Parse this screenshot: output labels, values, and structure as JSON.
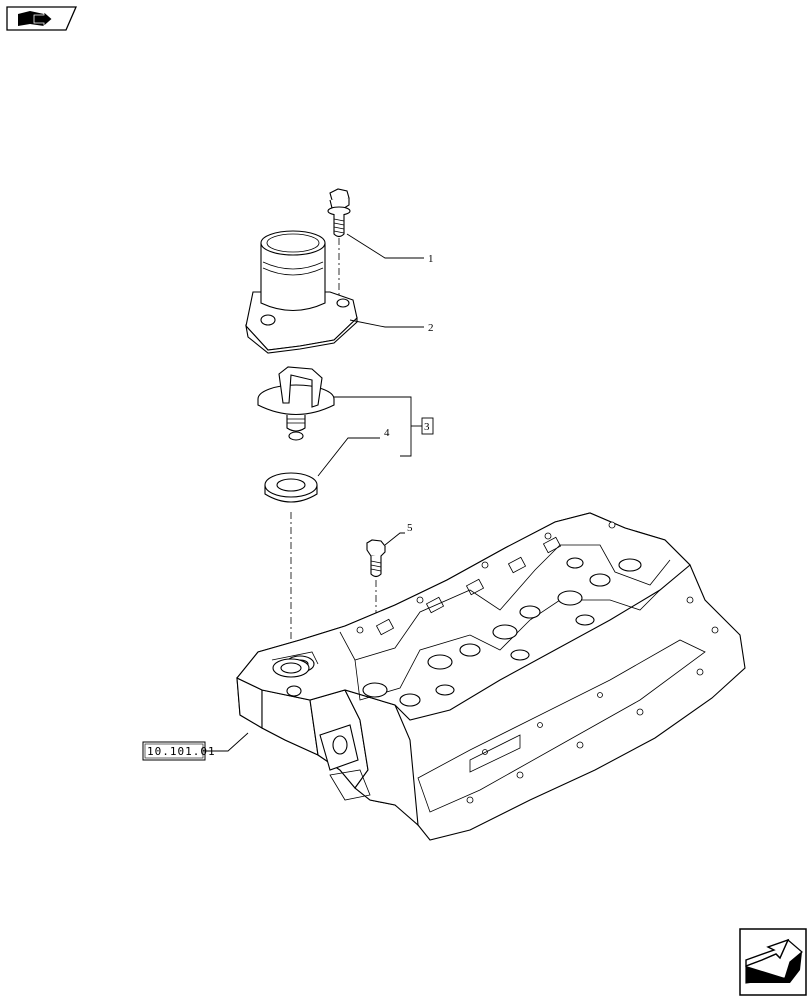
{
  "callouts": {
    "c1": "1",
    "c2": "2",
    "c3": "3",
    "c4": "4",
    "c5": "5"
  },
  "reference_label": "10.101.01",
  "icons": {
    "top_left": "book-arrow-icon",
    "bottom_right": "next-page-arrow-icon"
  }
}
